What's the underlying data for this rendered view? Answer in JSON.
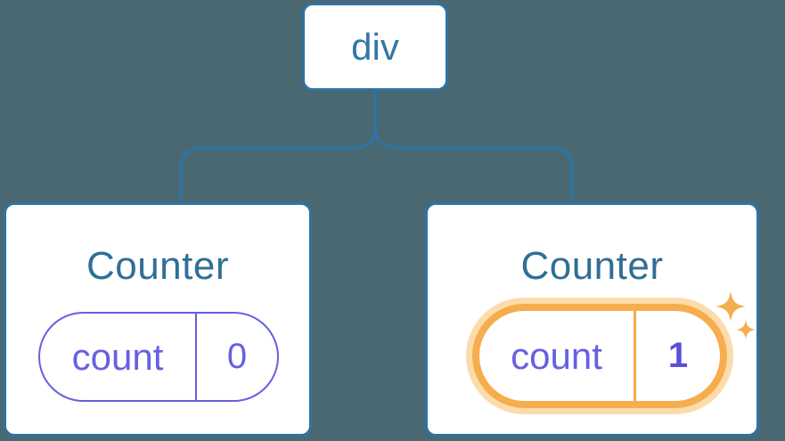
{
  "diagram": {
    "description": "Component tree: a div root element with two Counter children, each holding a count state pill; the second Counter's state was updated to 1 (highlighted with sparkles).",
    "root": {
      "label": "div"
    },
    "children": [
      {
        "title": "Counter",
        "state": {
          "name": "count",
          "value": "0"
        },
        "highlighted": false
      },
      {
        "title": "Counter",
        "state": {
          "name": "count",
          "value": "1"
        },
        "highlighted": true
      }
    ]
  },
  "colors": {
    "background": "#4a6871",
    "card_bg": "#ffffff",
    "line_blue": "#2e73a3",
    "node_text_blue": "#3577a3",
    "title_blue": "#2f6f96",
    "purple": "#6660e2",
    "value_purple": "#5a50d8",
    "orange": "#f5ad4e",
    "orange_halo": "#fcdcab"
  }
}
